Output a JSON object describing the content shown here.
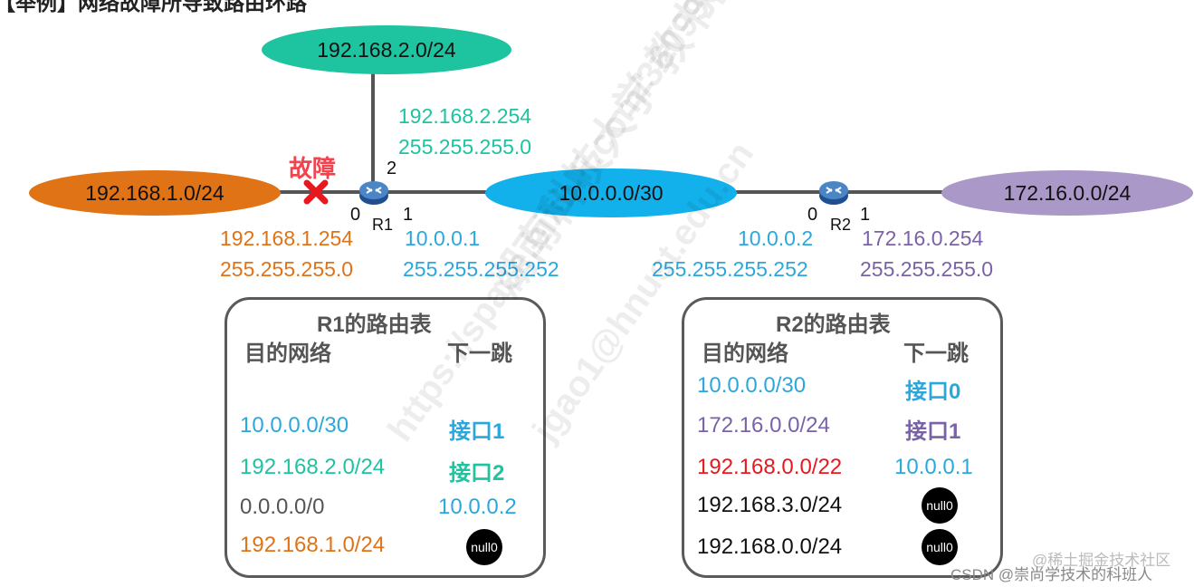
{
  "title": "【举例】网络故障所导致路由环路",
  "networks": {
    "top": "192.168.2.0/24",
    "left": "192.168.1.0/24",
    "mid": "10.0.0.0/30",
    "right": "172.16.0.0/24"
  },
  "fault_label": "故障",
  "routers": {
    "r1": {
      "name": "R1",
      "ports": [
        "0",
        "1",
        "2"
      ],
      "port0": {
        "ip": "192.168.1.254",
        "mask": "255.255.255.0"
      },
      "port1": {
        "ip": "10.0.0.1",
        "mask": "255.255.255.252"
      },
      "port2": {
        "ip": "192.168.2.254",
        "mask": "255.255.255.0"
      }
    },
    "r2": {
      "name": "R2",
      "ports": [
        "0",
        "1"
      ],
      "port0": {
        "ip": "10.0.0.2",
        "mask": "255.255.255.252"
      },
      "port1": {
        "ip": "172.16.0.254",
        "mask": "255.255.255.0"
      }
    }
  },
  "r1_table": {
    "title": "R1的路由表",
    "col_dest": "目的网络",
    "col_next": "下一跳",
    "rows": [
      {
        "dest": "10.0.0.0/30",
        "next": "接口1"
      },
      {
        "dest": "192.168.2.0/24",
        "next": "接口2"
      },
      {
        "dest": "0.0.0.0/0",
        "next": "10.0.0.2"
      },
      {
        "dest": "192.168.1.0/24",
        "next": "null0"
      }
    ]
  },
  "r2_table": {
    "title": "R2的路由表",
    "col_dest": "目的网络",
    "col_next": "下一跳",
    "rows": [
      {
        "dest": "10.0.0.0/30",
        "next": "接口0"
      },
      {
        "dest": "172.16.0.0/24",
        "next": "接口1"
      },
      {
        "dest": "192.168.0.0/22",
        "next": "10.0.0.1"
      },
      {
        "dest": "192.168.3.0/24",
        "next": "null0"
      },
      {
        "dest": "192.168.0.0/24",
        "next": "null0"
      }
    ]
  },
  "watermarks": [
    "湖南科技大学 教书匠",
    "https://space.bilibili.com/360996402",
    "jgao1@hnust.edu.cn"
  ],
  "footer": {
    "csdn": "CSDN @崇尚学技术的科班人",
    "juejin": "@稀土掘金技术社区"
  },
  "colors": {
    "teal": "#1ec3a0",
    "orange": "#e07316",
    "blue": "#2aa8de",
    "purple": "#7a62a8",
    "red": "#e8181e",
    "link": "#555555"
  }
}
